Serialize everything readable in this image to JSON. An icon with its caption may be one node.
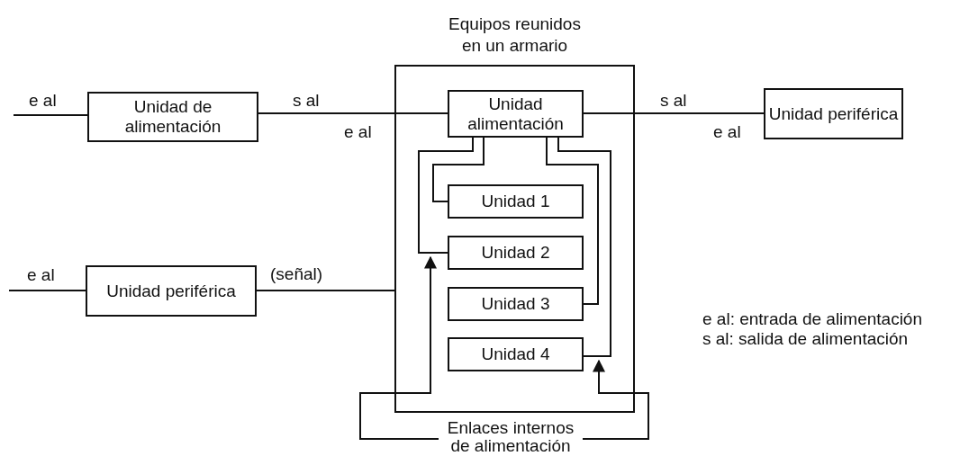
{
  "diagram": {
    "nodes": [
      {
        "text": [
          "Equipos reunidos en un armario"
        ]
      },
      {
        "text": [
          "Unidad alimentación"
        ],
        "in": 0
      },
      {
        "text": [
          "Unidad 1"
        ],
        "in": 0
      },
      {
        "text": [
          "Unidad 2"
        ],
        "in": 0
      },
      {
        "text": [
          "Unidad 3"
        ],
        "in": 0
      },
      {
        "text": [
          "Unidad 4"
        ],
        "in": 0
      },
      {
        "text": [
          "Unidad de alimentación"
        ]
      },
      {
        "text": [
          "Unidad periférica"
        ]
      },
      {
        "text": [
          "Unidad periférica"
        ]
      },
      {
        "text": [
          "Enlaces internos de alimentación"
        ]
      }
    ],
    "edges": [
      {
        "from": null,
        "to": 6,
        "arrow": "none"
      },
      {
        "from": 6,
        "to": 1,
        "arrow": "none"
      },
      {
        "from": 1,
        "to": 7,
        "arrow": "none"
      },
      {
        "from": null,
        "to": 8,
        "arrow": "none"
      },
      {
        "from": 8,
        "to": 0,
        "arrow": "none",
        "label": "(señal)"
      },
      {
        "from": 1,
        "to": 2,
        "arrow": "none"
      },
      {
        "from": 1,
        "to": 3,
        "arrow": "none"
      },
      {
        "from": 1,
        "to": 4,
        "arrow": "none"
      },
      {
        "from": 1,
        "to": 5,
        "arrow": "none"
      },
      {
        "from": 9,
        "to": 3,
        "arrow": "to"
      },
      {
        "from": 9,
        "to": 5,
        "arrow": "to"
      }
    ],
    "labels": [
      "e al",
      "s al",
      "s al",
      "e al",
      "e al",
      "e al",
      "e al: entrada de alimentación",
      "s al: salida de alimentación"
    ]
  }
}
